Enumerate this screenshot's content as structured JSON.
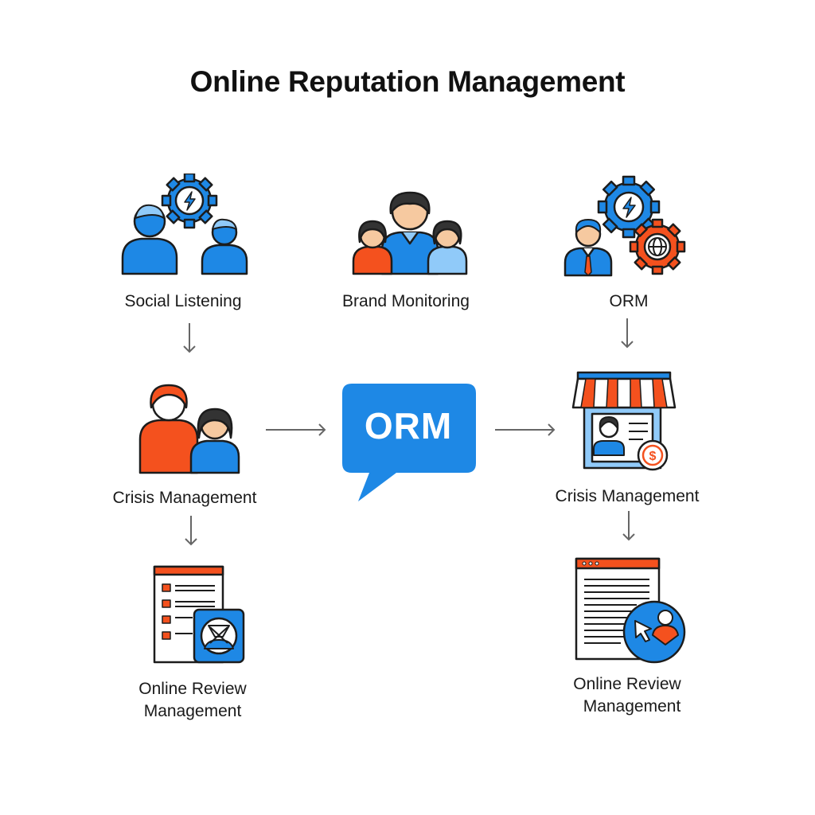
{
  "title": "Online Reputation Management",
  "colors": {
    "blue": "#1e88e5",
    "orange": "#f4511e",
    "outline": "#1c1c1c",
    "skin": "#f6c9a0",
    "arrow": "#666666"
  },
  "nodes": {
    "social_listening": {
      "label": "Social Listening",
      "icon": "people-gear-icon"
    },
    "brand_monitoring": {
      "label": "Brand Monitoring",
      "icon": "group-people-icon"
    },
    "orm_top": {
      "label": "ORM",
      "icon": "businessman-gears-icon"
    },
    "crisis_left": {
      "label": "Crisis Management",
      "icon": "two-people-icon"
    },
    "center": {
      "label": "ORM",
      "icon": "speech-bubble-icon"
    },
    "crisis_right": {
      "label": "Crisis Management",
      "icon": "storefront-icon"
    },
    "review_left": {
      "label_line1": "Online Review",
      "label_line2": "Management",
      "icon": "checklist-badge-icon"
    },
    "review_right": {
      "label_line1": "Online Review",
      "label_line2": "Management",
      "icon": "browser-cursor-icon"
    }
  }
}
